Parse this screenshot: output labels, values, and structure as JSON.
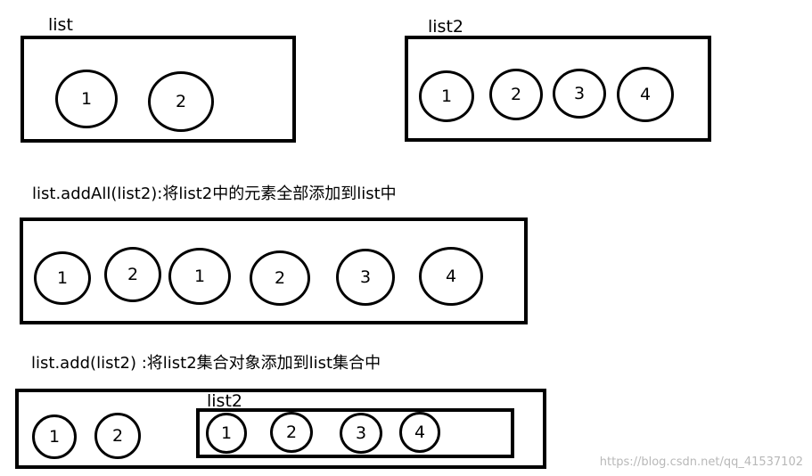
{
  "diagram1": {
    "list": {
      "label": "list",
      "items": [
        "1",
        "2"
      ]
    },
    "list2": {
      "label": "list2",
      "items": [
        "1",
        "2",
        "3",
        "4"
      ]
    }
  },
  "diagram2": {
    "caption": "list.addAll(list2):将list2中的元素全部添加到list中",
    "items": [
      "1",
      "2",
      "1",
      "2",
      "3",
      "4"
    ]
  },
  "diagram3": {
    "caption": "list.add(list2) :将list2集合对象添加到list集合中",
    "outer_items": [
      "1",
      "2"
    ],
    "inner_label": "list2",
    "inner_items": [
      "1",
      "2",
      "3",
      "4"
    ]
  },
  "watermark": "https://blog.csdn.net/qq_41537102"
}
